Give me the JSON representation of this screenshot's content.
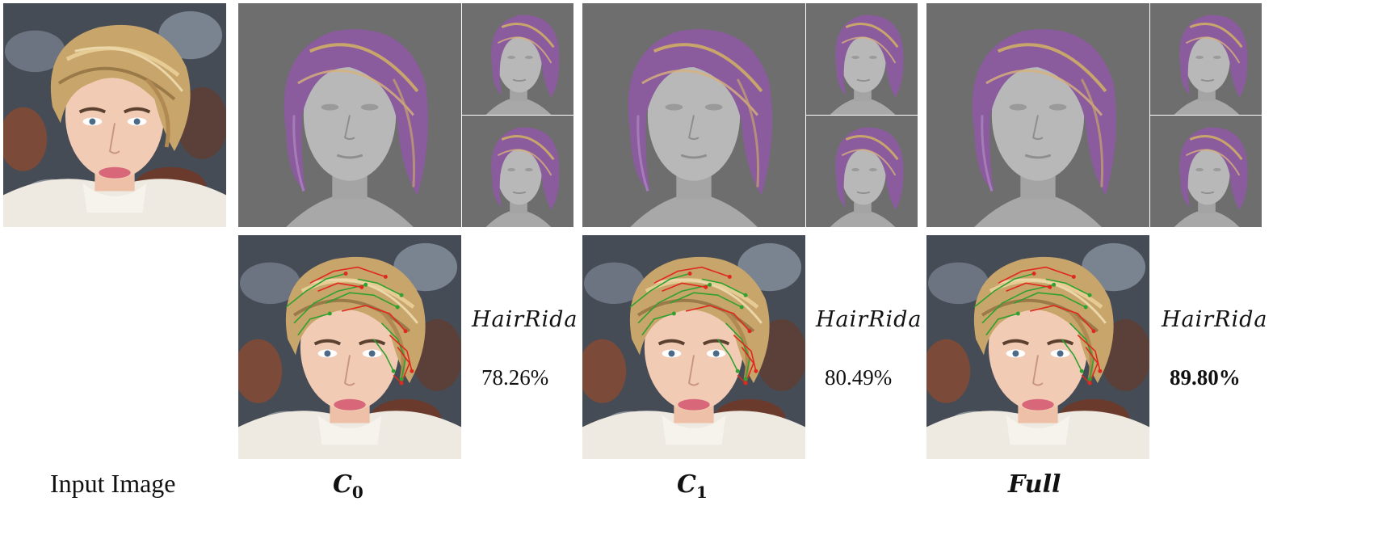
{
  "columns": [
    {
      "id": "input",
      "caption": "Input Image"
    },
    {
      "id": "c0",
      "caption_base": "C",
      "caption_sub": "0",
      "metric_name": "HairRida",
      "metric_value": "78.26%",
      "best": false
    },
    {
      "id": "c1",
      "caption_base": "C",
      "caption_sub": "1",
      "metric_name": "HairRida",
      "metric_value": "80.49%",
      "best": false
    },
    {
      "id": "full",
      "caption_base": "Full",
      "caption_sub": "",
      "metric_name": "HairRida",
      "metric_value": "89.80%",
      "best": true
    }
  ],
  "colors": {
    "render_background": "#6e6e6e",
    "hair_blond": "#c8a56a",
    "hair_purple": "#8a5c9e",
    "skin": "#f0c8b0",
    "head_gray": "#b8b8b8",
    "guide_green": "#2fa12f",
    "guide_red": "#e0281e",
    "wall_dark": "#3c4048"
  }
}
